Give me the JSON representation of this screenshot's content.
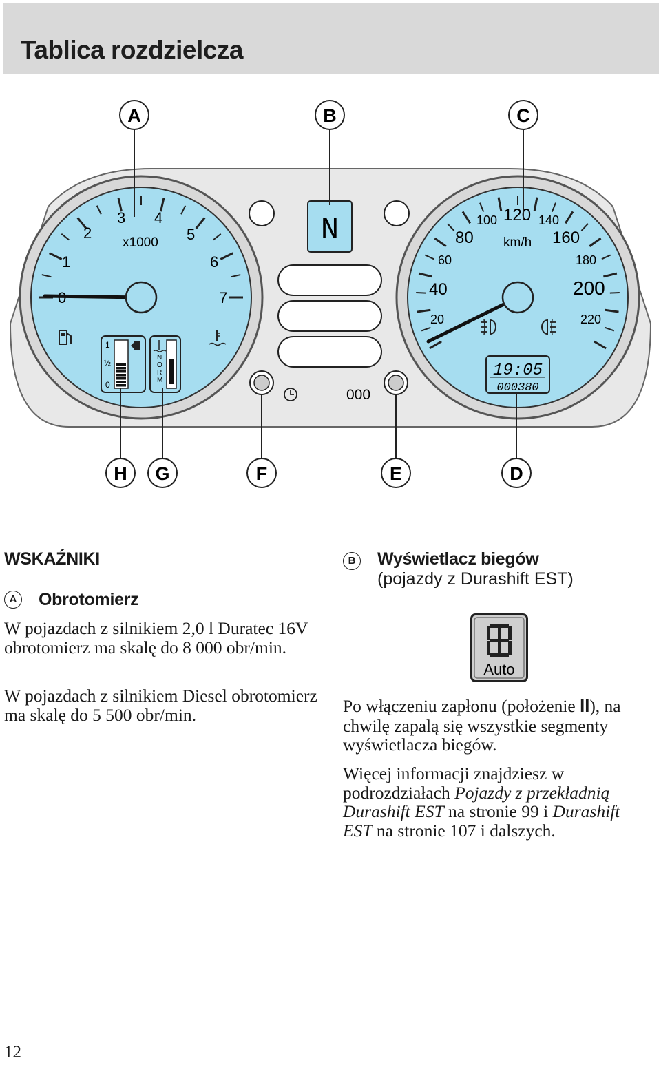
{
  "header": {
    "title": "Tablica rozdzielcza"
  },
  "cluster": {
    "callouts": {
      "a": "A",
      "b": "B",
      "c": "C",
      "d": "D",
      "e": "E",
      "f": "F",
      "g": "G",
      "h": "H"
    },
    "tachometer": {
      "numbers": [
        "0",
        "1",
        "2",
        "3",
        "4",
        "5",
        "6",
        "7"
      ],
      "unit": "x1000"
    },
    "speedometer": {
      "numbers": [
        "20",
        "40",
        "60",
        "80",
        "100",
        "120",
        "140",
        "160",
        "180",
        "200",
        "220"
      ],
      "unit": "km/h"
    },
    "gear_display": {
      "value": "N"
    },
    "fuel_gauge": {
      "full": "1",
      "half": "½",
      "empty": "0"
    },
    "temp_gauge": {
      "letters": [
        "N",
        "O",
        "R",
        "M"
      ]
    },
    "clock": {
      "time": "19:05"
    },
    "odometer": {
      "value": "000380"
    },
    "trip_reset": {
      "label": "000"
    }
  },
  "content": {
    "section_title": "WSKAŹNIKI",
    "a": {
      "badge": "A",
      "title": "Obrotomierz",
      "p1": "W pojazdach z silnikiem 2,0 l Duratec 16V obrotomierz ma skalę do 8 000 obr/min.",
      "p2": "W pojazdach z silnikiem Diesel obrotomierz ma skalę do 5 500 obr/min."
    },
    "b": {
      "badge": "B",
      "title": "Wyświetlacz biegów",
      "subtitle": "(pojazdy z Durashift EST)",
      "icon_label": "Auto",
      "p1_pre": "Po włączeniu zapłonu (położenie ",
      "p1_pos": "II",
      "p1_post": "), na chwilę zapalą się wszystkie segmenty wyświetlacza biegów.",
      "p2_a": "Więcej informacji znajdziesz w podrozdziałach ",
      "p2_i1": "Pojazdy z przekładnią Durashift EST",
      "p2_b": " na stronie 99 i ",
      "p2_i2": "Durashift EST",
      "p2_c": " na stronie 107 i dalszych."
    }
  },
  "footer": {
    "page_number": "12"
  }
}
